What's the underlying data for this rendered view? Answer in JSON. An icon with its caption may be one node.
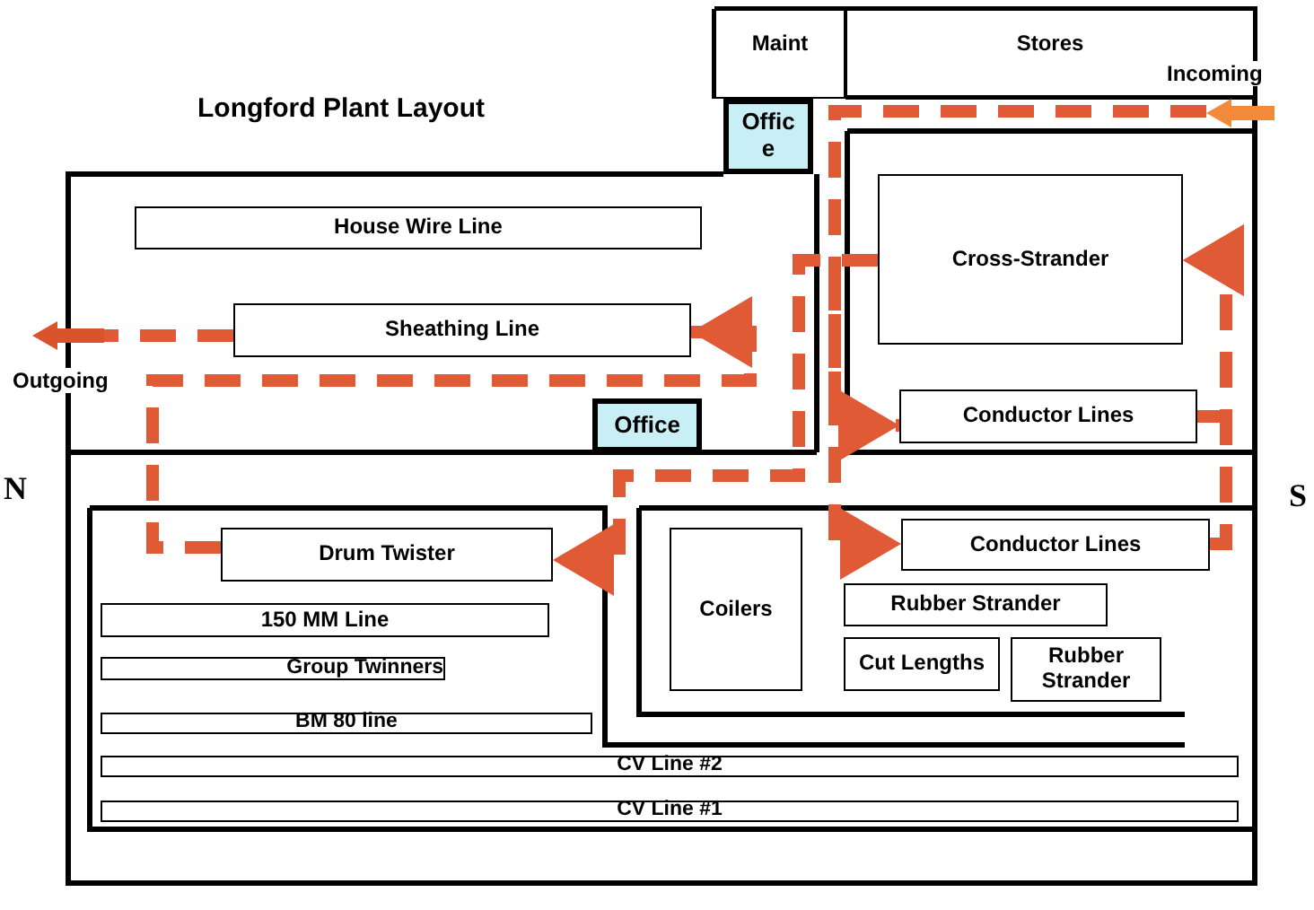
{
  "diagram": {
    "title": "Longford Plant Layout",
    "nodes": [
      {
        "text": [
          "Maint"
        ]
      },
      {
        "text": [
          "Stores"
        ]
      },
      {
        "text": [],
        "shape": "arrow"
      },
      {
        "text": [
          "Office"
        ]
      },
      {
        "text": [
          "House Wire Line"
        ]
      },
      {
        "text": [
          "Cross-Strander"
        ]
      },
      {
        "text": [],
        "shape": "arrow",
        "beside": [
          "Outgoing"
        ]
      },
      {
        "text": [
          "Sheathing Line"
        ]
      },
      {
        "text": [
          "Office"
        ]
      },
      {
        "text": [
          "Conductor Lines"
        ]
      },
      {
        "text": [
          "Drum Twister"
        ]
      },
      {
        "text": [
          "Coilers"
        ]
      },
      {
        "text": [
          "Conductor Lines"
        ]
      },
      {
        "text": [
          "150 MM Line"
        ]
      },
      {
        "text": [
          "Rubber Strander"
        ]
      },
      {
        "text": [
          "Group Twinners"
        ]
      },
      {
        "text": [
          "Cut Lengths"
        ]
      },
      {
        "text": [
          "Rubber Strander"
        ]
      },
      {
        "text": [
          "BM 80 line"
        ]
      },
      {
        "text": [
          "CV Line #2"
        ]
      },
      {
        "text": [
          "CV Line #1"
        ]
      }
    ],
    "edges": [
      {
        "from": 2,
        "to": 9,
        "arrow": "to",
        "style": "dashed"
      },
      {
        "from": 9,
        "to": 5,
        "arrow": "to",
        "style": "dashed"
      },
      {
        "from": 5,
        "to": 12,
        "arrow": "to",
        "style": "dashed"
      },
      {
        "from": 12,
        "to": 5,
        "arrow": "to",
        "style": "dashed"
      },
      {
        "from": 5,
        "to": 10,
        "arrow": "to",
        "style": "dashed"
      },
      {
        "from": 10,
        "to": 7,
        "arrow": "to",
        "style": "dashed"
      },
      {
        "from": 7,
        "to": 6,
        "arrow": "none",
        "style": "dashed"
      }
    ],
    "labels": [
      "Incoming",
      "N",
      "S"
    ]
  }
}
